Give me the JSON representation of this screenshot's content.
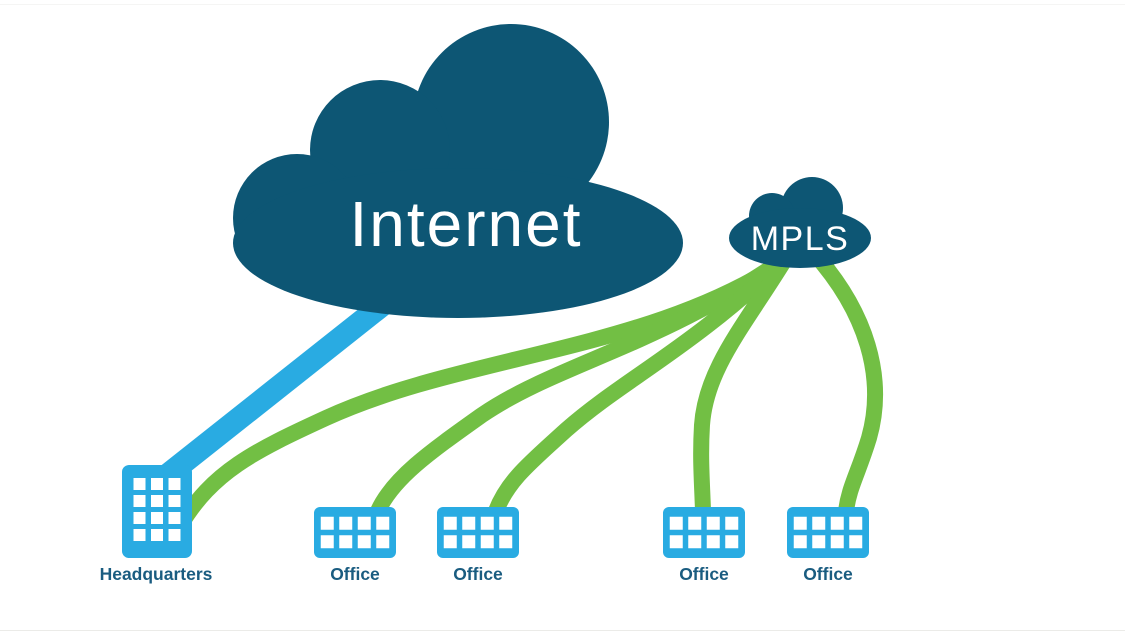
{
  "colors": {
    "cloud": "#0d5674",
    "cyan": "#29abe2",
    "green": "#72bf44",
    "label": "#1a5c80",
    "cloudlabel": "#ffffff",
    "background": "#ffffff"
  },
  "diagram": {
    "internet": {
      "label": "Internet",
      "type": "cloud"
    },
    "mpls": {
      "label": "MPLS",
      "type": "cloud"
    },
    "sites": [
      {
        "label": "Headquarters",
        "building": "tall",
        "links": [
          {
            "to": "Internet",
            "style": "cyan"
          },
          {
            "to": "MPLS",
            "style": "green"
          }
        ]
      },
      {
        "label": "Office",
        "building": "wide",
        "links": [
          {
            "to": "MPLS",
            "style": "green"
          }
        ]
      },
      {
        "label": "Office",
        "building": "wide",
        "links": [
          {
            "to": "MPLS",
            "style": "green"
          }
        ]
      },
      {
        "label": "Office",
        "building": "wide",
        "links": [
          {
            "to": "MPLS",
            "style": "green"
          }
        ]
      },
      {
        "label": "Office",
        "building": "wide",
        "links": [
          {
            "to": "MPLS",
            "style": "green"
          }
        ]
      }
    ]
  }
}
